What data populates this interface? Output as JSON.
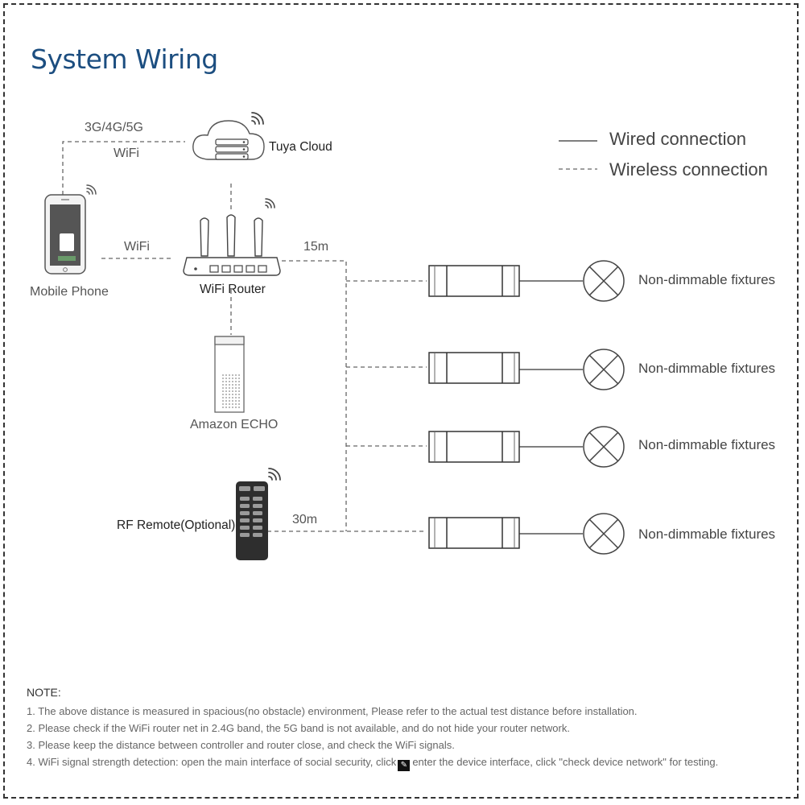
{
  "title": "System Wiring",
  "devices": {
    "cloud": "Tuya Cloud",
    "phone": "Mobile Phone",
    "router": "WiFi Router",
    "echo": "Amazon ECHO",
    "remote": "RF Remote(Optional)"
  },
  "links": {
    "cellular": "3G/4G/5G",
    "wifi_cloud": "WiFi",
    "wifi_phone": "WiFi",
    "router_distance": "15m",
    "remote_distance": "30m"
  },
  "legend": {
    "wired": "Wired connection",
    "wireless": "Wireless connection"
  },
  "fixtures": [
    "Non-dimmable fixtures",
    "Non-dimmable fixtures",
    "Non-dimmable fixtures",
    "Non-dimmable fixtures"
  ],
  "notes": {
    "heading": "NOTE:",
    "items": [
      "1. The above distance is measured in spacious(no obstacle) environment, Please refer to the actual test distance before installation.",
      "2. Please check if the WiFi router net in 2.4G band, the 5G band is not available, and do not hide your router network.",
      "3. Please keep the distance between controller and router close, and check the WiFi signals.",
      "4. WiFi signal strength detection: open the main interface of social security, click",
      "enter the device interface, click \"check device network\" for testing."
    ]
  }
}
